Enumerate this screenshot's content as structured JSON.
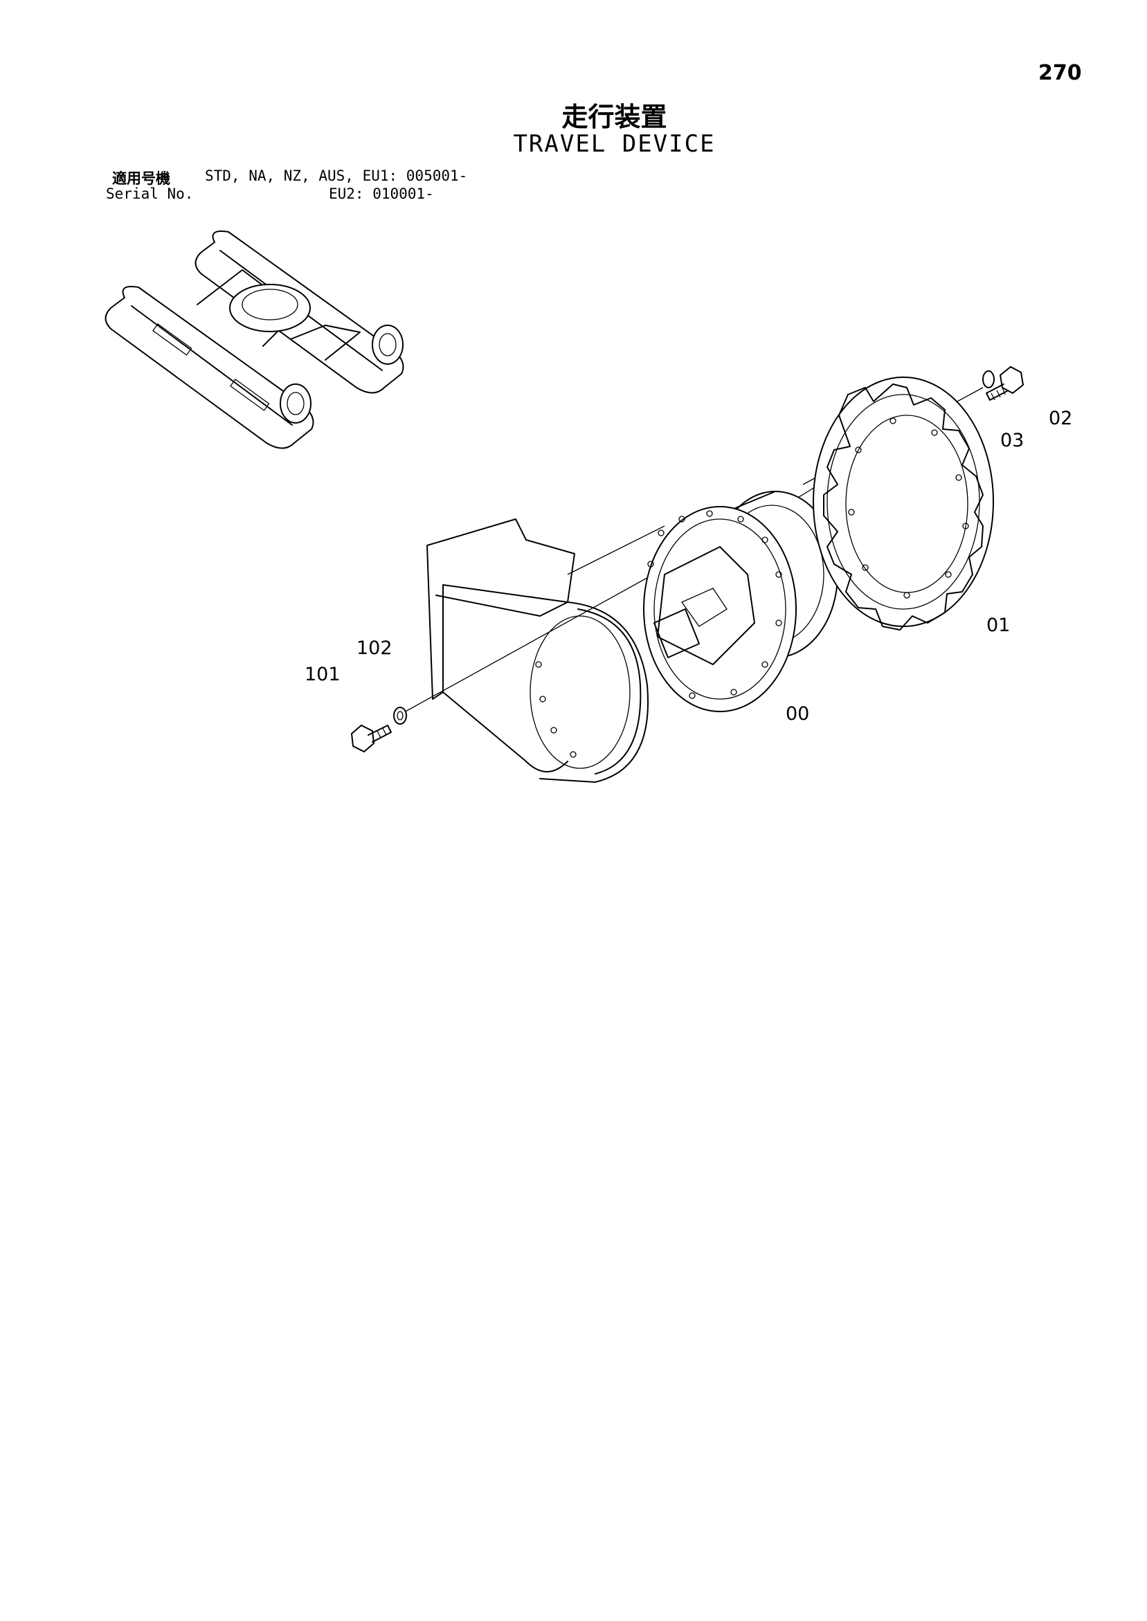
{
  "page": {
    "number": "270",
    "title_jp": "走行装置",
    "title_en": "TRAVEL DEVICE"
  },
  "serial": {
    "label_jp": "適用号機",
    "label_en": "Serial No.",
    "line1": "STD, NA, NZ, AUS, EU1: 005001-",
    "line2": "EU2: 010001-"
  },
  "callouts": {
    "c00": "00",
    "c01": "01",
    "c02": "02",
    "c03": "03",
    "c101": "101",
    "c102": "102"
  }
}
